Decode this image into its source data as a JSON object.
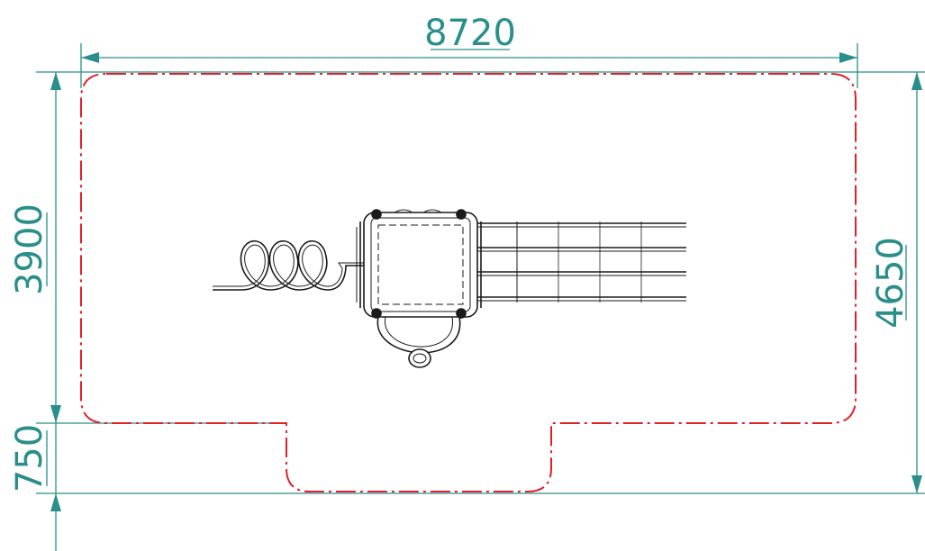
{
  "dimensions": {
    "overall_width": "8720",
    "upper_depth": "3900",
    "overall_depth": "4650",
    "lower_depth": "750"
  },
  "colors": {
    "dimension": "#2a8f8a",
    "safety_zone": "#e0202a",
    "equipment": "#1a1a1a"
  }
}
